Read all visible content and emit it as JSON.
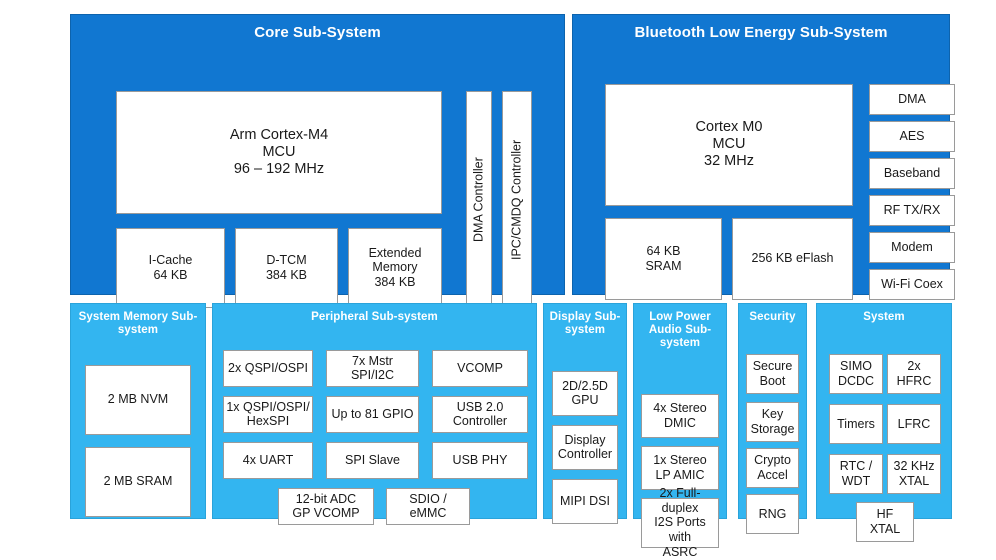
{
  "colors": {
    "dark_blue": "#1177D1",
    "light_blue": "#33B5F0",
    "block_fill": "#FFFFFF",
    "block_border": "#9A9A9A",
    "title_text": "#FFFFFF",
    "block_text": "#1A1A1A"
  },
  "core": {
    "title": "Core Sub-System",
    "mcu": "Arm Cortex-M4\nMCU\n96 – 192 MHz",
    "i_cache": "I-Cache\n64 KB",
    "d_tcm": "D-TCM\n384 KB",
    "extended_memory": "Extended\nMemory\n384 KB",
    "dma_controller": "DMA Controller",
    "ipc_cmdq_controller": "IPC/CMDQ Controller"
  },
  "ble": {
    "title": "Bluetooth Low Energy Sub-System",
    "mcu": "Cortex M0\nMCU\n32 MHz",
    "sram": "64 KB\nSRAM",
    "eflash": "256 KB eFlash",
    "right_blocks": [
      "DMA",
      "AES",
      "Baseband",
      "RF TX/RX",
      "Modem",
      "Wi-Fi Coex"
    ]
  },
  "system_memory": {
    "title": "System Memory\nSub-system",
    "nvm": "2 MB NVM",
    "sram": "2 MB SRAM"
  },
  "peripheral": {
    "title": "Peripheral Sub-system",
    "col1": [
      "2x QSPI/OSPI",
      "1x QSPI/OSPI/\nHexSPI",
      "4x UART"
    ],
    "col2": [
      "7x Mstr\nSPI/I2C",
      "Up to 81 GPIO",
      "SPI Slave"
    ],
    "col3": [
      "VCOMP",
      "USB 2.0\nController",
      "USB PHY"
    ],
    "adc": "12-bit ADC\nGP VCOMP",
    "sdio": "SDIO /\neMMC"
  },
  "display": {
    "title": "Display\nSub-system",
    "gpu": "2D/2.5D\nGPU",
    "controller": "Display\nController",
    "mipi_dsi": "MIPI DSI"
  },
  "audio": {
    "title": "Low Power\nAudio\nSub-system",
    "dmic": "4x Stereo\nDMIC",
    "amic": "1x Stereo\nLP AMIC",
    "i2s": "2x Full-duplex\nI2S Ports with\nASRC"
  },
  "security": {
    "title": "Security",
    "secure_boot": "Secure\nBoot",
    "key_storage": "Key\nStorage",
    "crypto_accel": "Crypto\nAccel",
    "rng": "RNG"
  },
  "system": {
    "title": "System",
    "simo_dcdc": "SIMO\nDCDC",
    "hfrc": "2x\nHFRC",
    "timers": "Timers",
    "lfrc": "LFRC",
    "rtc_wdt": "RTC /\nWDT",
    "xtal_32khz": "32 KHz\nXTAL",
    "hf_xtal": "HF\nXTAL"
  }
}
